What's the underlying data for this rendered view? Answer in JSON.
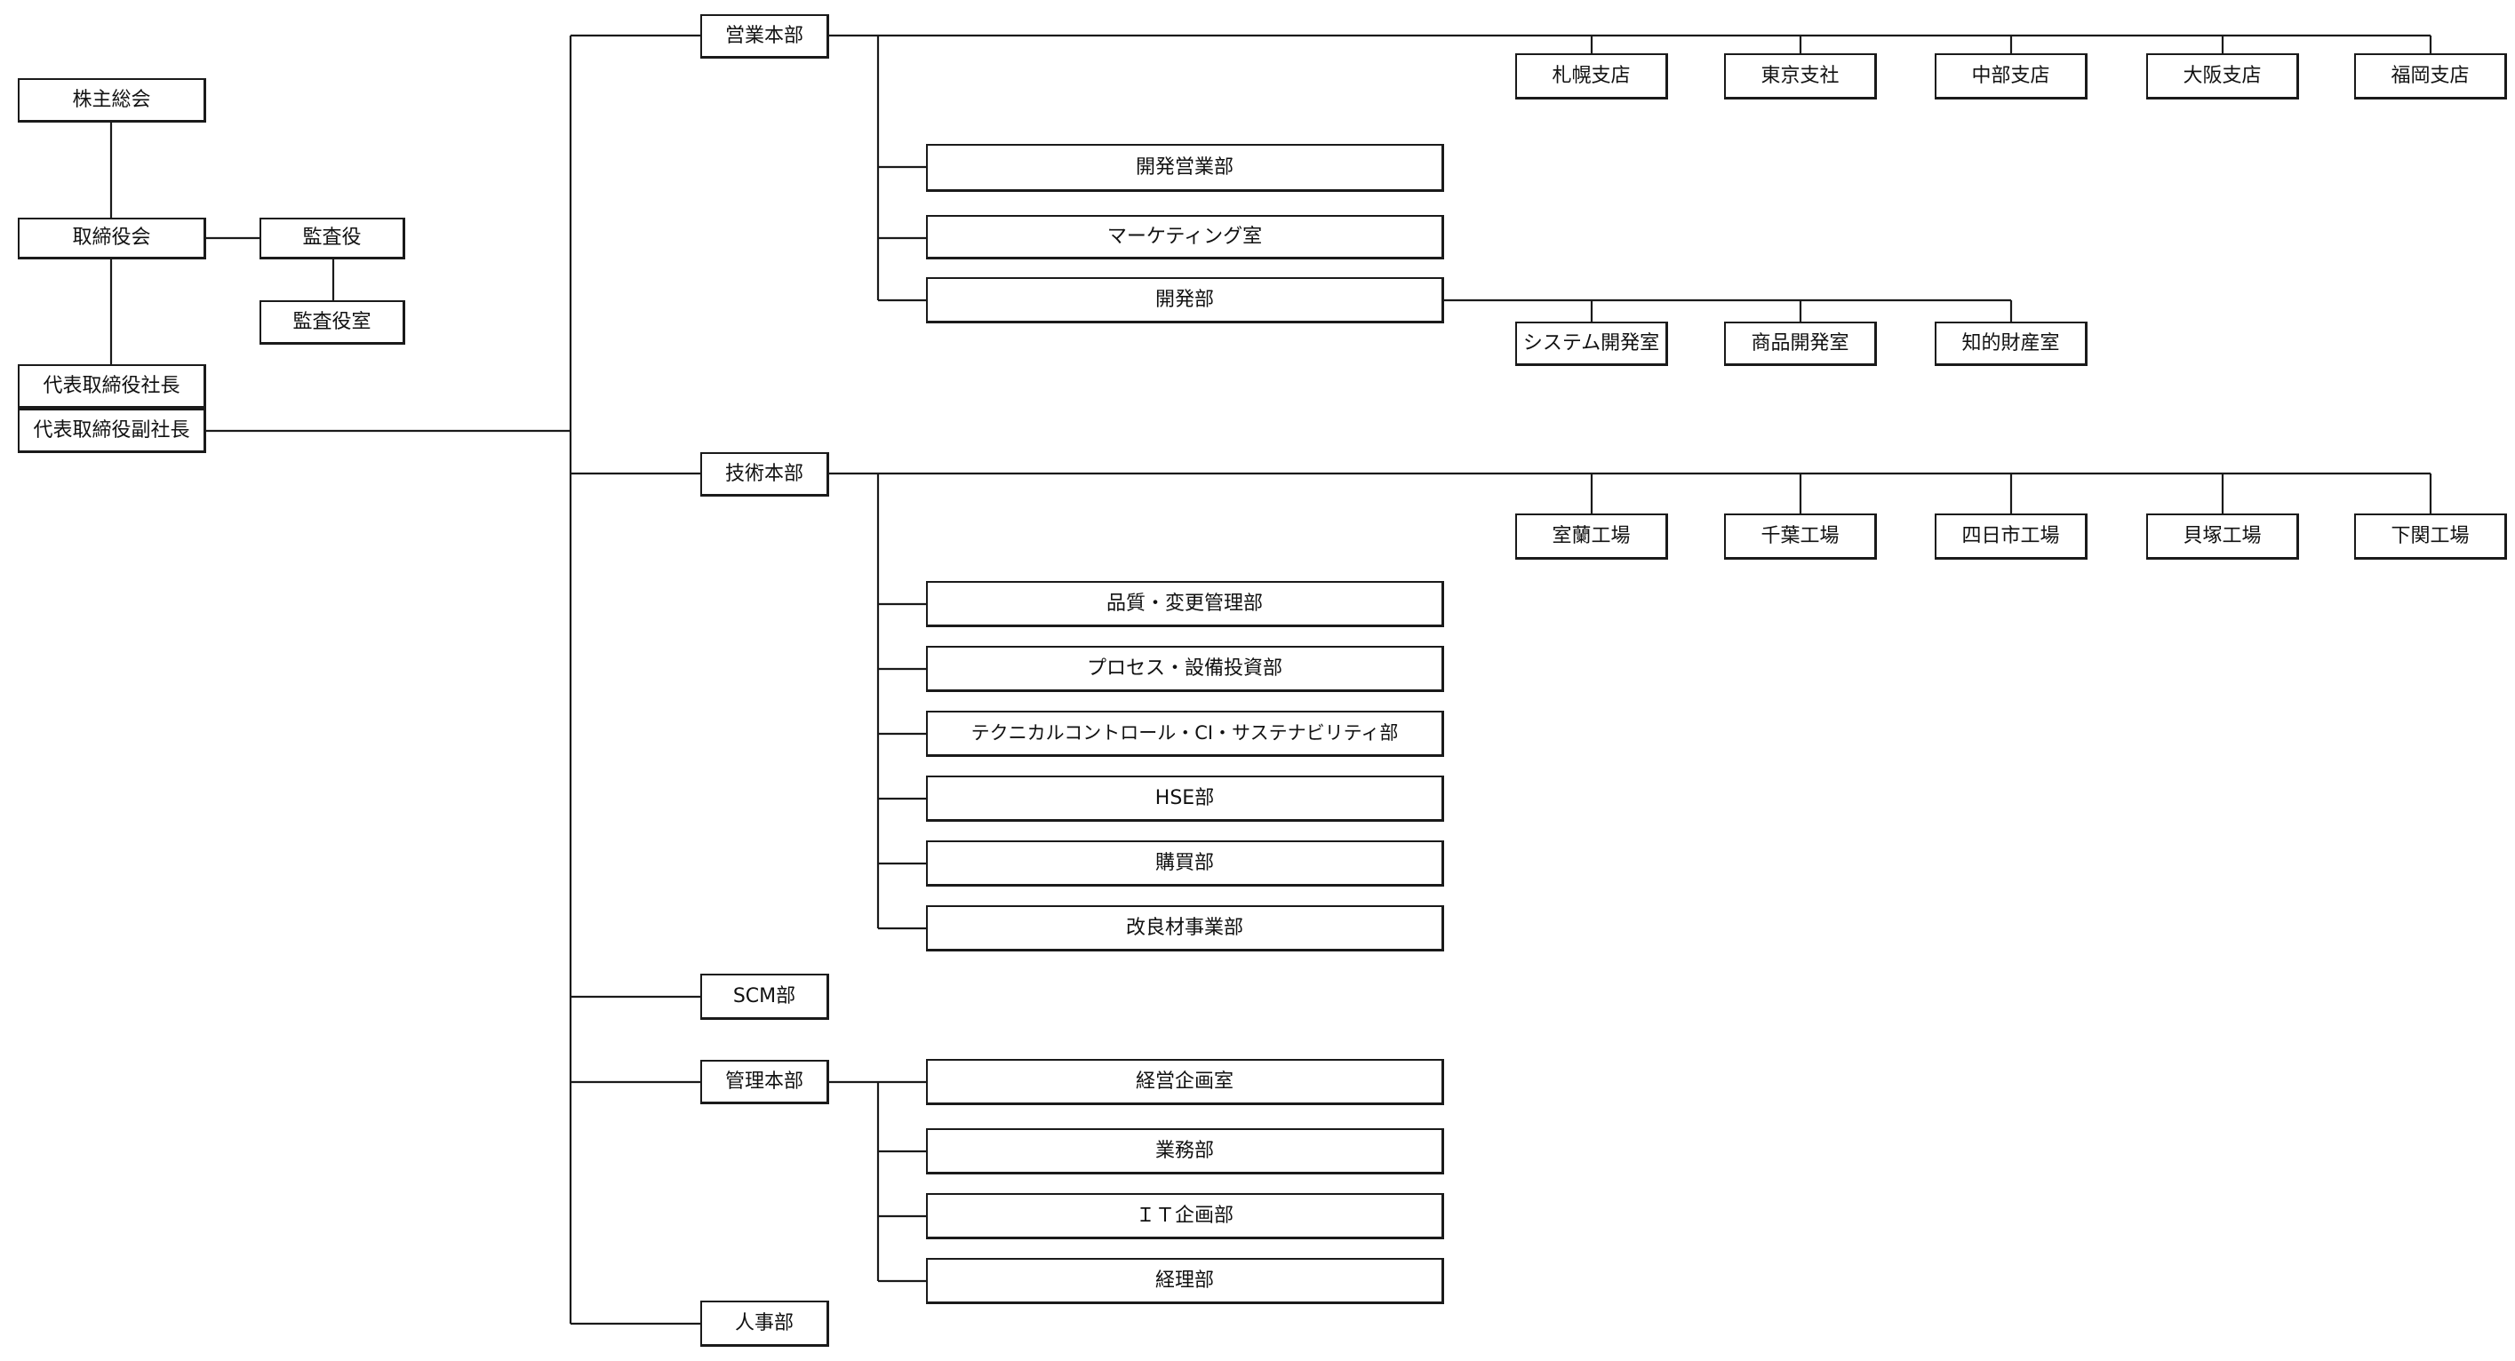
{
  "governance": {
    "shareholders": "株主総会",
    "board": "取締役会",
    "auditor": "監査役",
    "auditor_office": "監査役室",
    "president": "代表取締役社長",
    "vice_president": "代表取締役副社長"
  },
  "sales_hq": {
    "label": "営業本部",
    "branches": [
      "札幌支店",
      "東京支社",
      "中部支店",
      "大阪支店",
      "福岡支店"
    ],
    "departments": [
      "開発営業部",
      "マーケティング室",
      "開発部"
    ],
    "dev_subunits": [
      "システム開発室",
      "商品開発室",
      "知的財産室"
    ]
  },
  "tech_hq": {
    "label": "技術本部",
    "plants": [
      "室蘭工場",
      "千葉工場",
      "四日市工場",
      "貝塚工場",
      "下関工場"
    ],
    "departments": [
      "品質・変更管理部",
      "プロセス・設備投資部",
      "テクニカルコントロール・CI・サステナビリティ部",
      "HSE部",
      "購買部",
      "改良材事業部"
    ]
  },
  "scm": {
    "label": "SCM部"
  },
  "admin_hq": {
    "label": "管理本部",
    "departments": [
      "経営企画室",
      "業務部",
      "ＩＴ企画部",
      "経理部"
    ]
  },
  "hr": {
    "label": "人事部"
  }
}
